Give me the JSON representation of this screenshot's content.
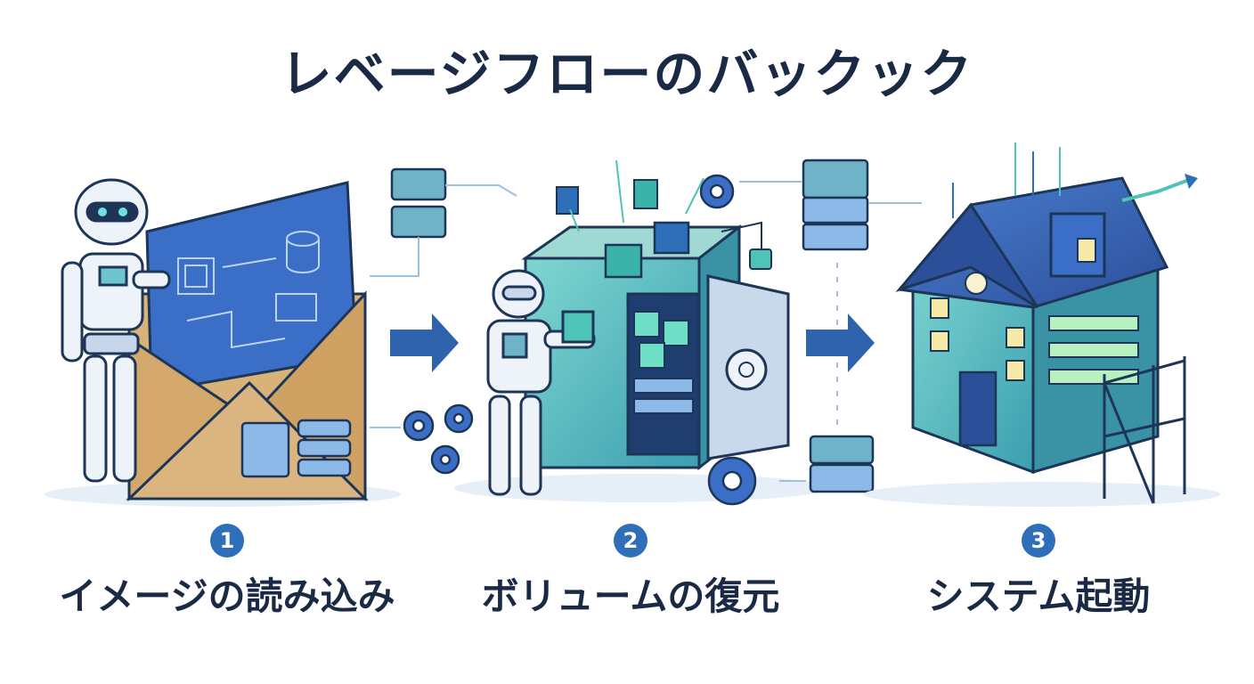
{
  "title": "レベージフローのバックック",
  "steps": [
    {
      "number": "1",
      "label": "イメージの読み込み"
    },
    {
      "number": "2",
      "label": "ボリュームの復元"
    },
    {
      "number": "3",
      "label": "システム起動"
    }
  ],
  "colors": {
    "title": "#1b2a44",
    "accent_blue": "#2f6fba",
    "teal": "#4fc3b8",
    "outline": "#1d3557",
    "envelope": "#d9b27a"
  }
}
